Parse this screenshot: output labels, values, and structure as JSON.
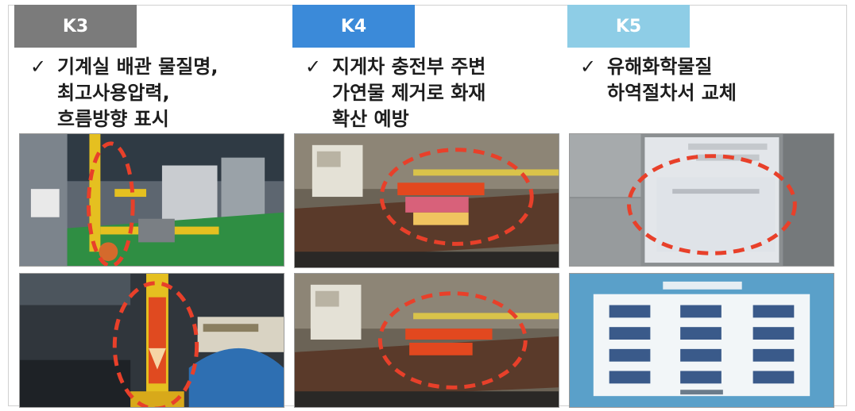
{
  "panels": [
    {
      "tag": "K3",
      "caption_check": "✓",
      "caption_lines": [
        "기계실 배관 물질명,",
        "최고사용압력,",
        "흐름방향 표시"
      ]
    },
    {
      "tag": "K4",
      "caption_check": "✓",
      "caption_lines": [
        "지게차 충전부 주변",
        "가연물 제거로 화재",
        "확산 예방"
      ]
    },
    {
      "tag": "K5",
      "caption_check": "✓",
      "caption_lines": [
        "유해화학물질",
        "하역절차서 교체"
      ]
    }
  ],
  "colors": {
    "k3_tag": "#7b7b7b",
    "k4_tag": "#3b8ad9",
    "k5_tag": "#8ecde6",
    "highlight_circle": "#e8402a"
  }
}
